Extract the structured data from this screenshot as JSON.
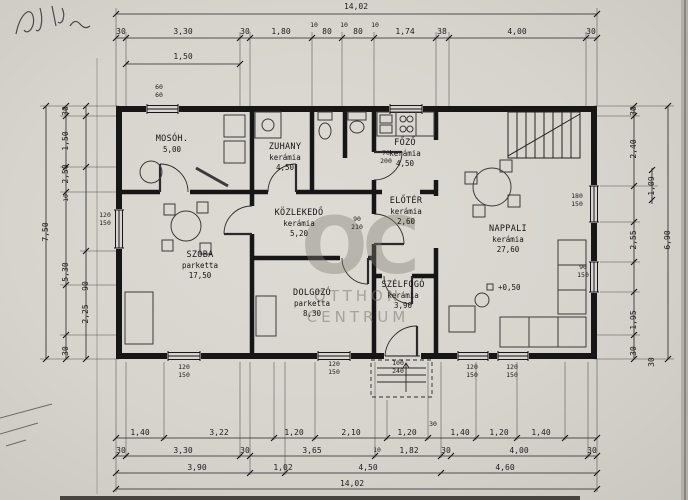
{
  "watermark": {
    "monogram": "OC",
    "brand_line1": "OTTHON",
    "brand_line2": "CENTRUM"
  },
  "rooms": {
    "mosoh": {
      "name": "MOSÓH.",
      "area": "5,00"
    },
    "zuhany": {
      "name": "ZUHANY",
      "material": "kerámia",
      "area": "4,50"
    },
    "fozo": {
      "name": "FŐZŐ",
      "material": "kerámia",
      "area": "4,50"
    },
    "eloter": {
      "name": "ELŐTÉR",
      "material": "kerámia",
      "area": "2,60"
    },
    "nappali": {
      "name": "NAPPALI",
      "material": "kerámia",
      "area": "27,60",
      "level": "+0,50"
    },
    "szoba": {
      "name": "SZOBA",
      "material": "parketta",
      "area": "17,50"
    },
    "kozlekedo": {
      "name": "KÖZLEKEDŐ",
      "material": "kerámia",
      "area": "5,20"
    },
    "dolgozo": {
      "name": "DOLGOZÓ",
      "material": "parketta",
      "area": "8,30"
    },
    "szelfogo": {
      "name": "SZÉLFOGÓ",
      "material": "kerámia",
      "area": "3,90"
    }
  },
  "dims": {
    "top_total": "14,02",
    "top": [
      "30",
      "3,30",
      "30",
      "1,80",
      "10",
      "80",
      "10",
      "80",
      "10",
      "1,74",
      "38",
      "4,00",
      "30"
    ],
    "top_sub": "1,50",
    "left_total": "7,50",
    "left": [
      "30",
      "1,50",
      "2,50",
      "10",
      "5,30",
      "90",
      "2,25",
      "30"
    ],
    "right": [
      "30",
      "2,40",
      "1,09",
      "2,55",
      "1,95",
      "30",
      "30"
    ],
    "right_total": "6,90",
    "bottom_row1": [
      "1,40",
      "3,22",
      "1,20",
      "2,10",
      "1,20",
      "30",
      "1,40",
      "1,20",
      "1,40"
    ],
    "bottom_row2": [
      "30",
      "3,30",
      "30",
      "3,65",
      "10",
      "1,82",
      "30",
      "4,00",
      "30"
    ],
    "bottom_row3": [
      "3,90",
      "1,02",
      "4,50",
      "4,60"
    ],
    "bottom_total": "14,02"
  },
  "openings": [
    {
      "w": "60",
      "h": "60"
    },
    {
      "w": "70",
      "h": "200"
    },
    {
      "w": "90",
      "h": "210"
    },
    {
      "w": "180",
      "h": "150"
    },
    {
      "w": "90",
      "h": "150"
    },
    {
      "w": "120",
      "h": "150"
    },
    {
      "w": "120",
      "h": "150"
    },
    {
      "w": "120",
      "h": "150"
    },
    {
      "w": "100",
      "h": "240"
    },
    {
      "w": "120",
      "h": "150"
    },
    {
      "w": "120",
      "h": "150"
    }
  ]
}
